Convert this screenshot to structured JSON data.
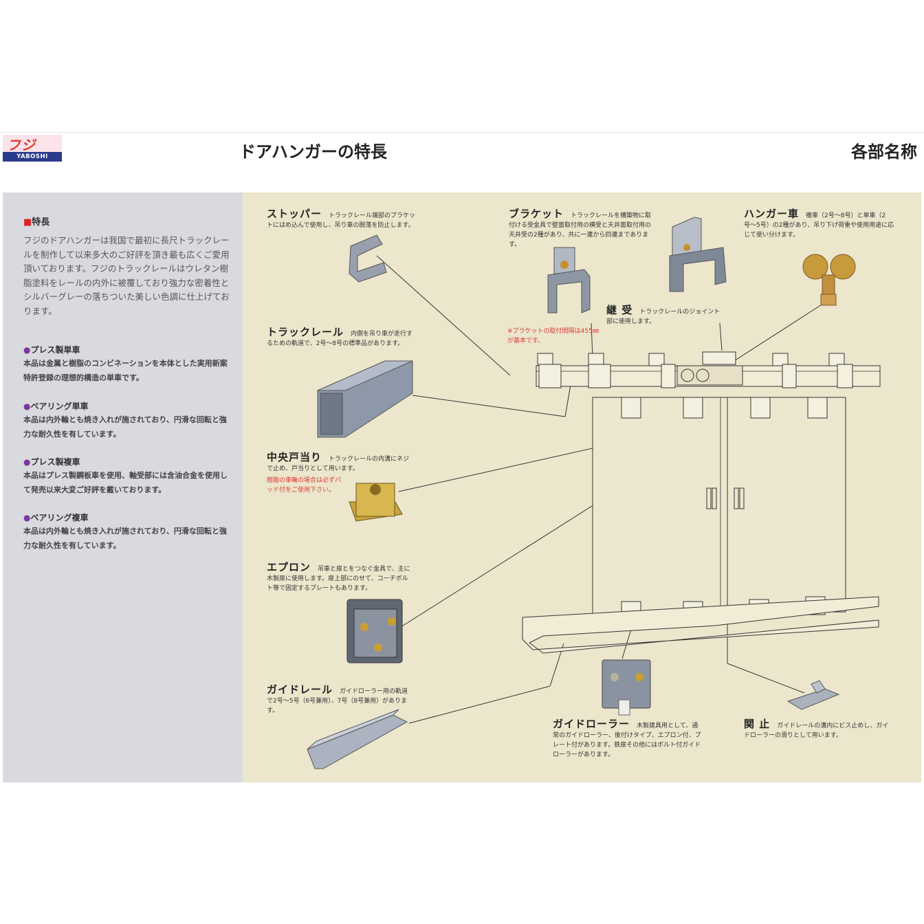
{
  "header": {
    "logo_mark": "フジ",
    "logo_sub": "YABOSHI",
    "page_title": "ドアハンガーの特長",
    "section_title": "各部名称"
  },
  "features": {
    "heading_mark": "■",
    "heading": "特長",
    "body": "フジのドアハンガーは我国で最初に長尺トラックレールを制作して以来多大のご好評を頂き最も広くご愛用頂いております。フジのトラックレールはウレタン樹脂塗料をレールの内外に被覆しており強力な密着性とシルバーグレーの落ちついた美しい色調に仕上げております。",
    "items": [
      {
        "mark": "●",
        "title": "プレス製単車",
        "body": "本品は金属と樹脂のコンビネーションを本体とした実用新案特許登録の理想的構造の単車です。"
      },
      {
        "mark": "●",
        "title": "ベアリング単車",
        "body": "本品は内外輪とも焼き入れが施されており、円滑な回転と強力な耐久性を有しています。"
      },
      {
        "mark": "●",
        "title": "プレス製複車",
        "body": "本品はプレス製鋼板車を使用、軸受部には含油合金を使用して発売以来大変ご好評を戴いております。"
      },
      {
        "mark": "●",
        "title": "ベアリング複車",
        "body": "本品は内外輪とも焼き入れが施されており、円滑な回転と強力な耐久性を有しています。"
      }
    ]
  },
  "parts": {
    "stopper": {
      "name": "ストッパー",
      "desc": "トラックレール端部のブラケットにはめ込んで使用し、吊り車の脱落を防止します。"
    },
    "bracket": {
      "name": "ブラケット",
      "desc": "トラックレールを構築物に取付ける受金具で壁面取付用の横受と天井面取付用の天井受の2種があり、共に一連から四連まであります。",
      "note": "※ブラケットの取付間隔は455㎜が基本です。"
    },
    "hanger": {
      "name": "ハンガー車",
      "desc": "複車（2号〜8号）と単車（2号〜5号）の2種があり、吊り下げ荷重や使用用途に応じて使い分けます。"
    },
    "joint": {
      "name": "継 受",
      "desc": "トラックレールのジョイント部に使用します。"
    },
    "track_rail": {
      "name": "トラックレール",
      "desc": "内側を吊り車が走行するための軌道で、2号〜8号の標準品があります。"
    },
    "center_stop": {
      "name": "中央戸当り",
      "desc": "トラックレールの内溝にネジで止め、戸当りとして用います。",
      "note": "樹脂の車輪の場合は必ずパッド付をご使用下さい。"
    },
    "apron": {
      "name": "エプロン",
      "desc": "吊車と扉とをつなぐ金具で、主に木製扉に使用します。扉上部にのせて、コーチボルト等で固定するプレートもあります。"
    },
    "guide_rail": {
      "name": "ガイドレール",
      "desc": "ガイドローラー用の軌道で2号〜5号（6号兼用）、7号（8号兼用）があります。"
    },
    "guide_roller": {
      "name": "ガイドローラー",
      "desc": "木製建具用として、通常のガイドローラー、後付けタイプ、エプロン付、プレート付があります。鉄扉その他にはボルト付ガイドローラーがあります。"
    },
    "seki": {
      "name": "関 止",
      "desc": "ガイドレールの溝内にビス止めし、ガイドローラーの滑りとして用います。"
    }
  },
  "colors": {
    "left_bg": "#d9dae0",
    "right_bg": "#ebe6cc",
    "accent_red": "#e03a3a",
    "logo_blue": "#2a3a8c"
  }
}
